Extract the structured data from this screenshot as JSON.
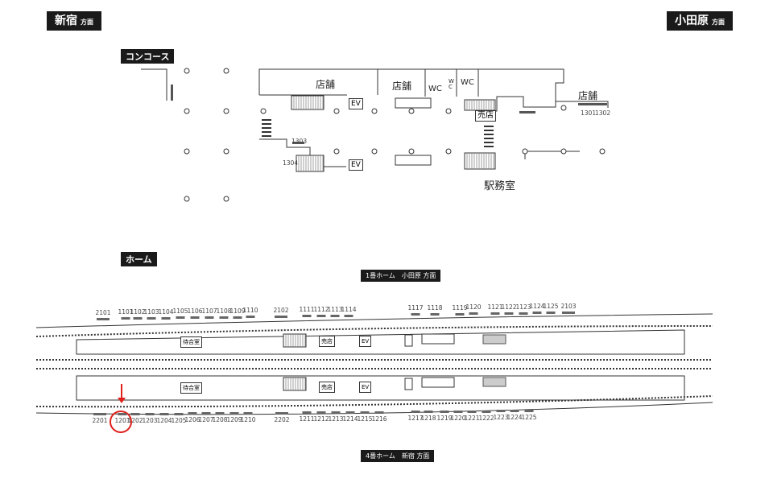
{
  "directions": {
    "left": {
      "name": "新宿",
      "suffix": "方面"
    },
    "right": {
      "name": "小田原",
      "suffix": "方面"
    }
  },
  "sections": {
    "concourse": "コンコース",
    "platform": "ホーム"
  },
  "concourse": {
    "shop1": "店舗",
    "shop2": "店舗",
    "shop3": "店舗",
    "wc1": "WC",
    "wc2": "W C",
    "wc3": "WC",
    "ev1": "EV",
    "ev2": "EV",
    "kiosk": "売店",
    "office": "駅務室",
    "stops": [
      "1301",
      "1302",
      "1303",
      "1304"
    ]
  },
  "platforms": {
    "top_label": "1番ホーム　小田原 方面",
    "bottom_label": "4番ホーム　新宿 方面",
    "waiting": "待合室",
    "kiosk": "売店",
    "ev": "EV",
    "top_stops": [
      "2101",
      "1101",
      "1102",
      "1103",
      "1104",
      "1105",
      "1106",
      "1107",
      "1108",
      "1109",
      "1110",
      "2102",
      "1111",
      "1112",
      "1113",
      "1114",
      "1117",
      "1118",
      "1119",
      "1120",
      "1121",
      "1122",
      "1123",
      "1124",
      "1125",
      "2103"
    ],
    "bottom_stops": [
      "2201",
      "1201",
      "1202",
      "1203",
      "1204",
      "1205",
      "1206",
      "1207",
      "1208",
      "1209",
      "1210",
      "2202",
      "1211",
      "1212",
      "1213",
      "1214",
      "1215",
      "1216",
      "1217",
      "1218",
      "1219",
      "1220",
      "1221",
      "1222",
      "1223",
      "1224",
      "1225"
    ]
  },
  "highlight": {
    "stop": "1201",
    "color": "#e0201b"
  }
}
